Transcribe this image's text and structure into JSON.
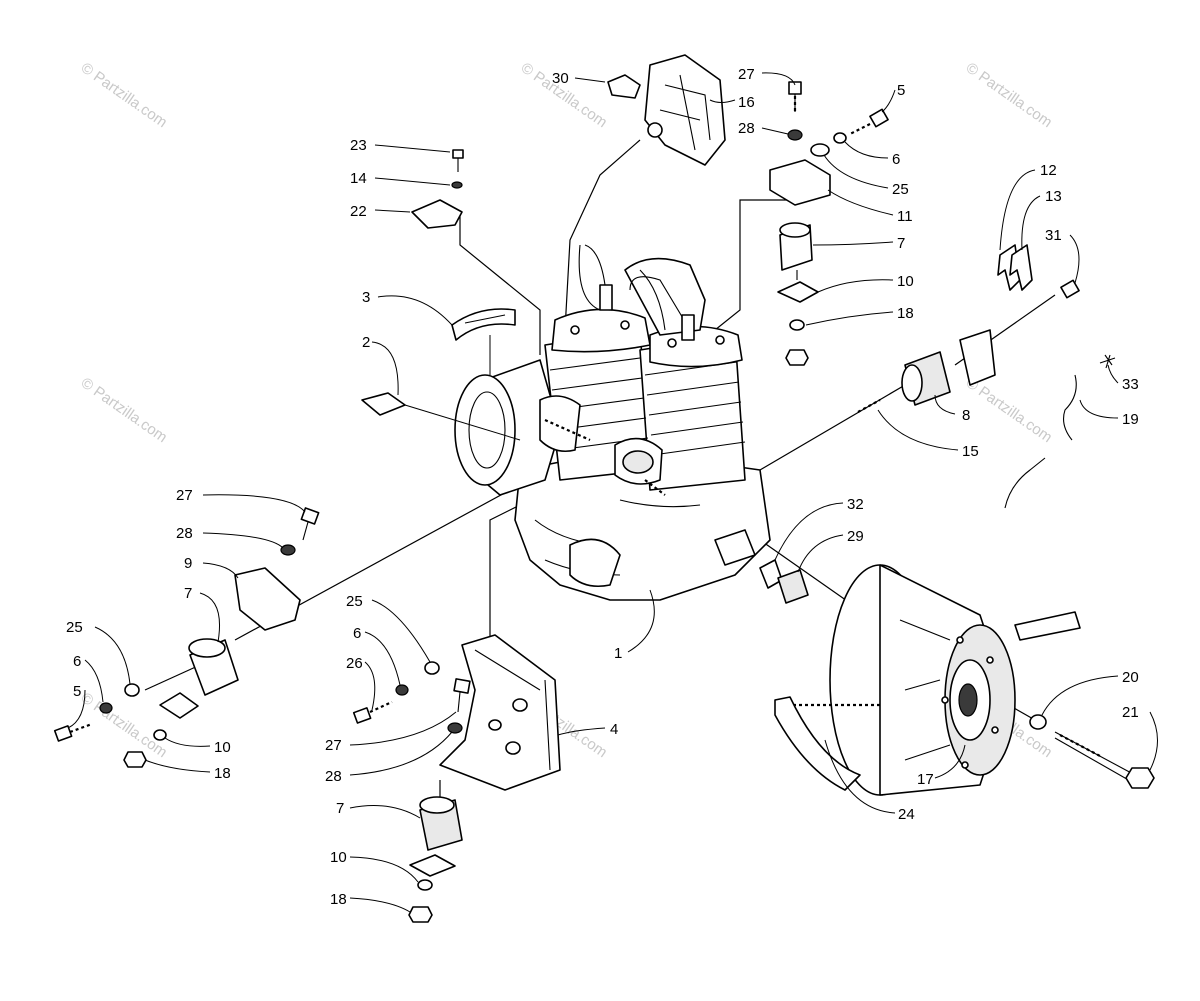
{
  "watermark": {
    "text": "© Partzilla.com",
    "color": "#c9c9c9"
  },
  "callouts": [
    {
      "id": "c30-top",
      "label": "30"
    },
    {
      "id": "c16",
      "label": "16"
    },
    {
      "id": "c27-top",
      "label": "27"
    },
    {
      "id": "c5-top",
      "label": "5"
    },
    {
      "id": "c28-top",
      "label": "28"
    },
    {
      "id": "c6-top",
      "label": "6"
    },
    {
      "id": "c25-top",
      "label": "25"
    },
    {
      "id": "c11",
      "label": "11"
    },
    {
      "id": "c7-top",
      "label": "7"
    },
    {
      "id": "c10-top",
      "label": "10"
    },
    {
      "id": "c18-top",
      "label": "18"
    },
    {
      "id": "c23",
      "label": "23"
    },
    {
      "id": "c14",
      "label": "14"
    },
    {
      "id": "c22",
      "label": "22"
    },
    {
      "id": "c3",
      "label": "3"
    },
    {
      "id": "c2",
      "label": "2"
    },
    {
      "id": "c12",
      "label": "12"
    },
    {
      "id": "c13",
      "label": "13"
    },
    {
      "id": "c31",
      "label": "31"
    },
    {
      "id": "c8",
      "label": "8"
    },
    {
      "id": "c33",
      "label": "33"
    },
    {
      "id": "c19",
      "label": "19"
    },
    {
      "id": "c15",
      "label": "15"
    },
    {
      "id": "c27-left",
      "label": "27"
    },
    {
      "id": "c28-left",
      "label": "28"
    },
    {
      "id": "c9",
      "label": "9"
    },
    {
      "id": "c7-left",
      "label": "7"
    },
    {
      "id": "c25-left",
      "label": "25"
    },
    {
      "id": "c6-left",
      "label": "6"
    },
    {
      "id": "c5-left",
      "label": "5"
    },
    {
      "id": "c10-left",
      "label": "10"
    },
    {
      "id": "c18-left",
      "label": "18"
    },
    {
      "id": "c32",
      "label": "32"
    },
    {
      "id": "c29",
      "label": "29"
    },
    {
      "id": "c25-mid",
      "label": "25"
    },
    {
      "id": "c6-mid",
      "label": "6"
    },
    {
      "id": "c26",
      "label": "26"
    },
    {
      "id": "c1",
      "label": "1"
    },
    {
      "id": "c4",
      "label": "4"
    },
    {
      "id": "c27-mid",
      "label": "27"
    },
    {
      "id": "c28-mid",
      "label": "28"
    },
    {
      "id": "c7-bottom",
      "label": "7"
    },
    {
      "id": "c10-bottom",
      "label": "10"
    },
    {
      "id": "c18-bottom",
      "label": "18"
    },
    {
      "id": "c20",
      "label": "20"
    },
    {
      "id": "c21",
      "label": "21"
    },
    {
      "id": "c17",
      "label": "17"
    },
    {
      "id": "c24",
      "label": "24"
    }
  ]
}
